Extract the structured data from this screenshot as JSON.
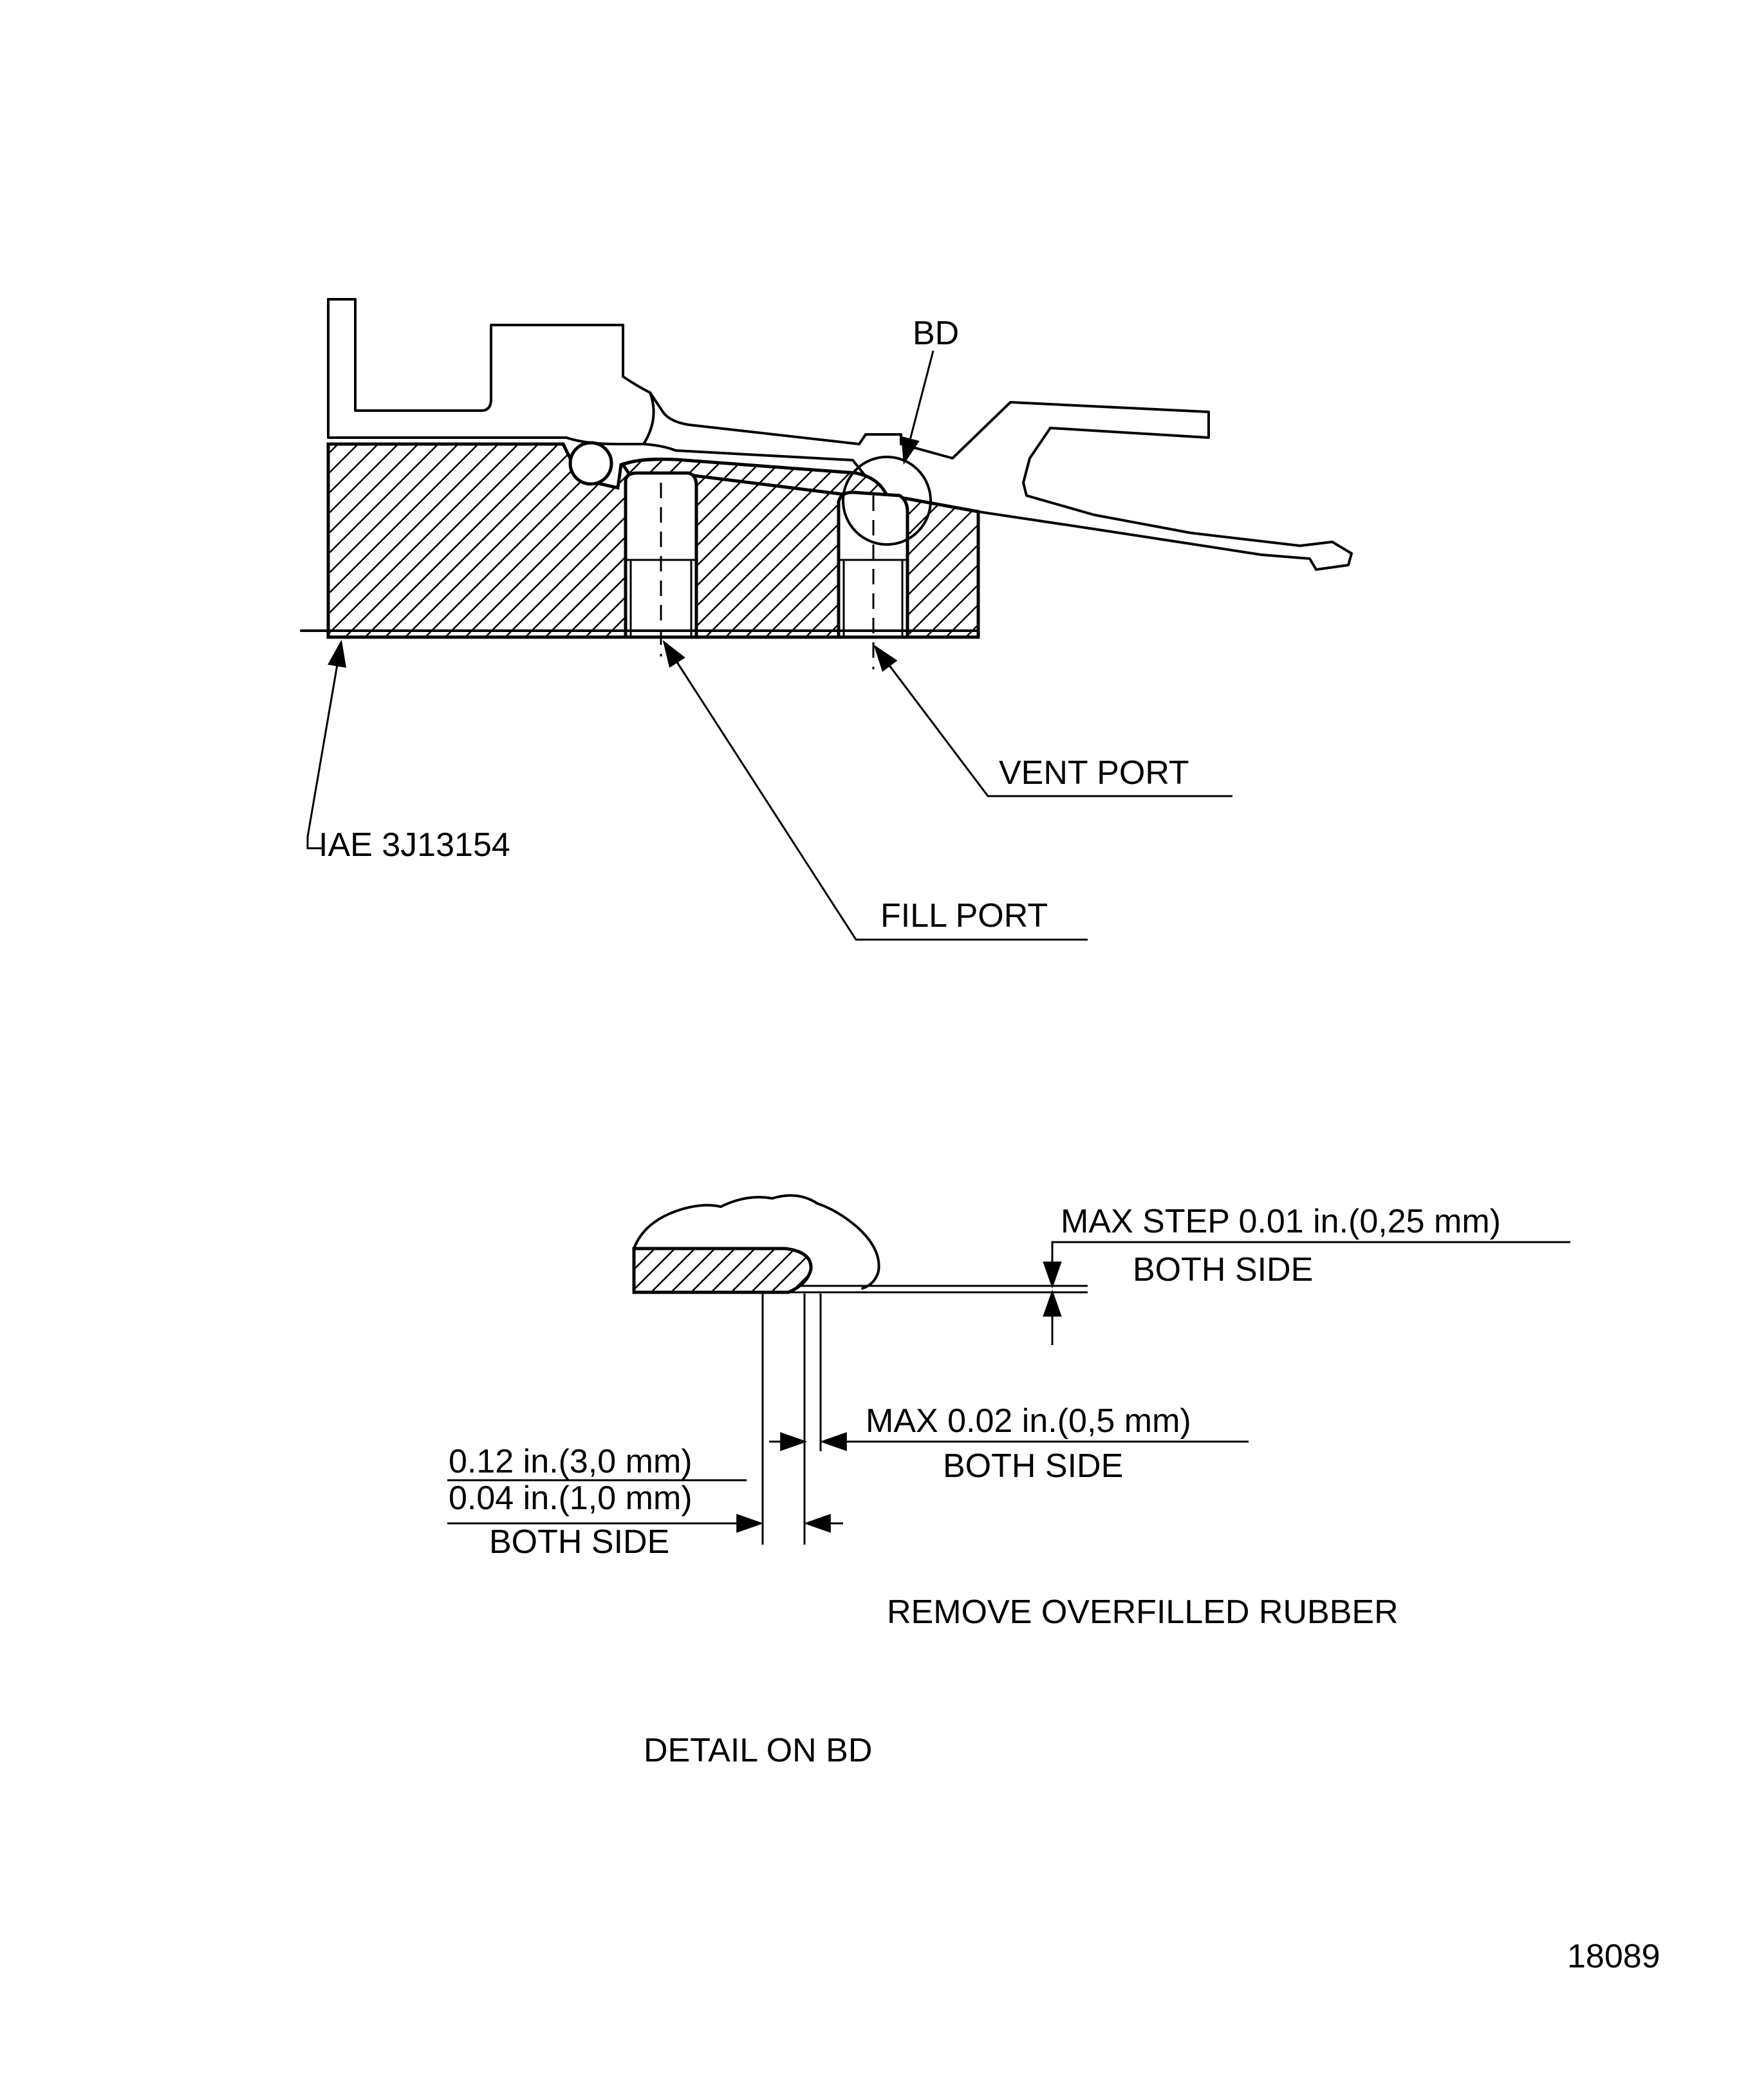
{
  "labels": {
    "bd": "BD",
    "vent_port": "VENT  PORT",
    "fill_port": "FILL  PORT",
    "part_ref": "IAE 3J13154",
    "max_step": "MAX  STEP  0.01  in.(0,25 mm)",
    "max_step_side": "BOTH  SIDE",
    "max_gap": "MAX  0.02  in.(0,5 mm)",
    "max_gap_side": "BOTH  SIDE",
    "dim_upper": "0.12  in.(3,0 mm)",
    "dim_lower": "0.04  in.(1,0 mm)",
    "dim_side": "BOTH  SIDE",
    "remove_note": "REMOVE  OVERFILLED  RUBBER",
    "detail_title": "DETAIL  ON  BD",
    "figure_number": "18089"
  }
}
